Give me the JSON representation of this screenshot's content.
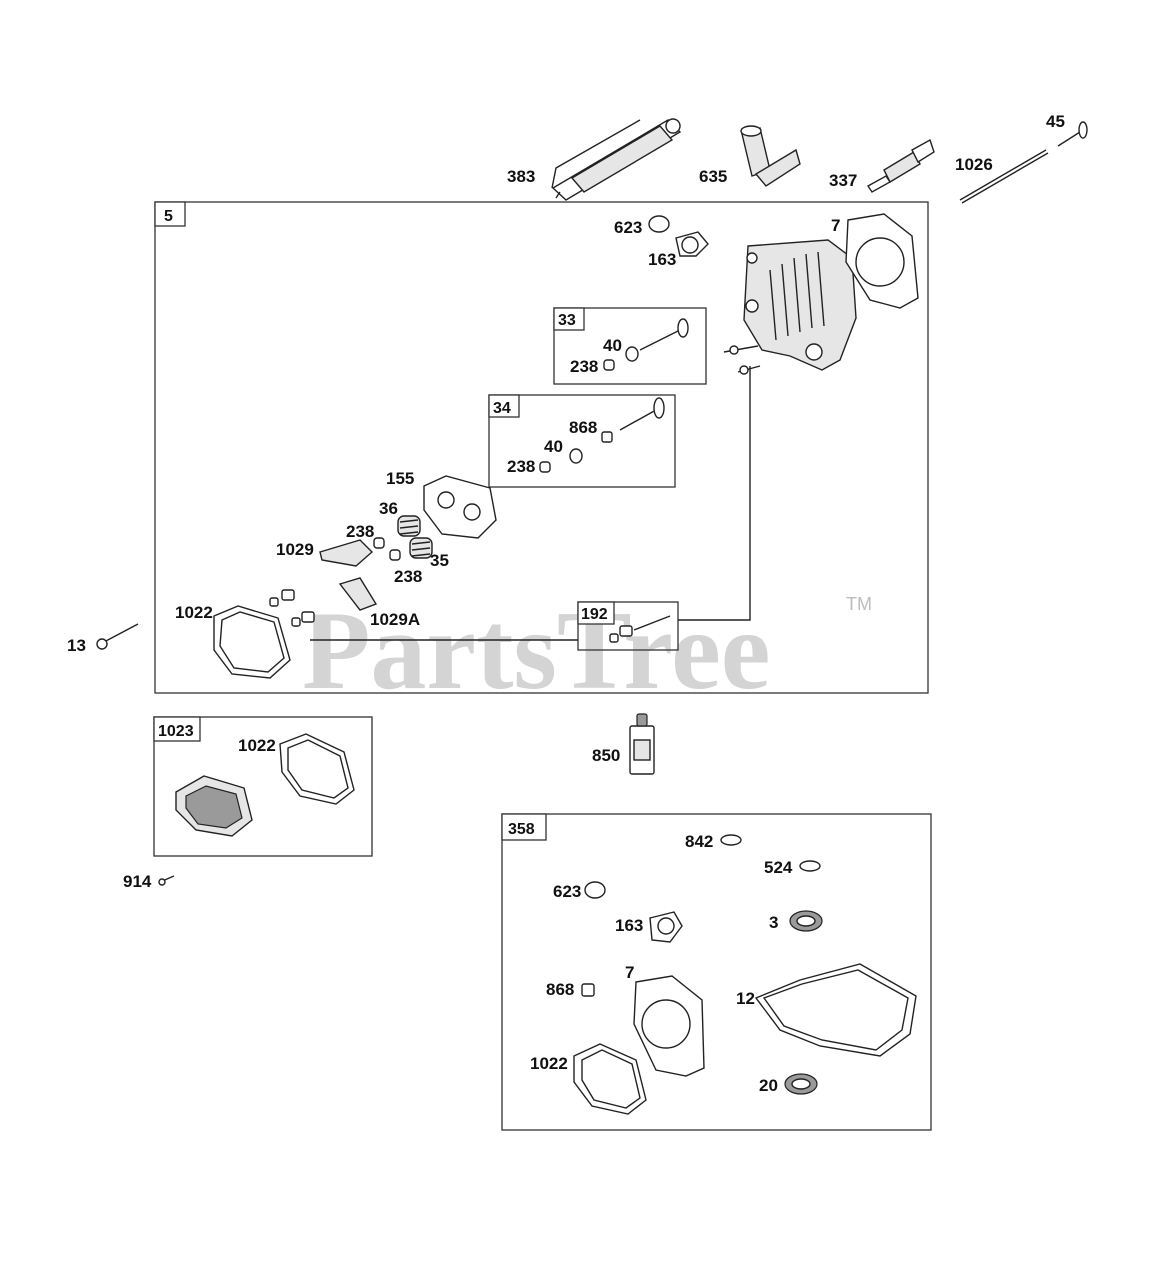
{
  "watermark": {
    "text": "PartsTree",
    "trademark": "TM",
    "color": "#d4d4d4"
  },
  "boxes": {
    "b5": "5",
    "b33": "33",
    "b34": "34",
    "b192": "192",
    "b1023": "1023",
    "b358": "358"
  },
  "callouts": {
    "p383": "383",
    "p635": "635",
    "p337": "337",
    "p1026": "1026",
    "p45": "45",
    "p623": "623",
    "p163": "163",
    "p7": "7",
    "p40a": "40",
    "p238a": "238",
    "p868a": "868",
    "p40b": "40",
    "p238b": "238",
    "p155": "155",
    "p36": "36",
    "p238c": "238",
    "p1029": "1029",
    "p35": "35",
    "p238d": "238",
    "p1022a": "1022",
    "p1029a": "1029A",
    "p13": "13",
    "p1022b": "1022",
    "p850": "850",
    "p914": "914",
    "p842": "842",
    "p524": "524",
    "p623b": "623",
    "p163b": "163",
    "p3": "3",
    "p868b": "868",
    "p7b": "7",
    "p12": "12",
    "p1022c": "1022",
    "p20": "20"
  }
}
